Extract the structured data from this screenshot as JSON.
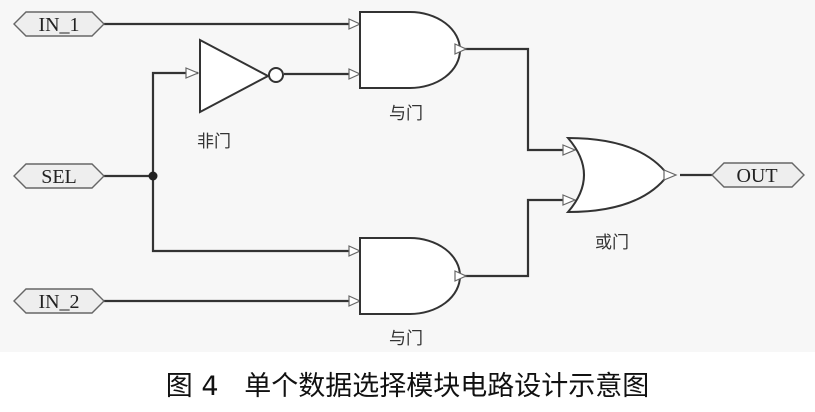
{
  "diagram": {
    "ports": {
      "in1": "IN_1",
      "sel": "SEL",
      "in2": "IN_2",
      "out": "OUT"
    },
    "gates": {
      "and_top": "与门",
      "not_gate": "非门",
      "or_gate": "或门",
      "and_bottom": "与门"
    }
  },
  "caption": "图 4   单个数据选择模块电路设计示意图"
}
